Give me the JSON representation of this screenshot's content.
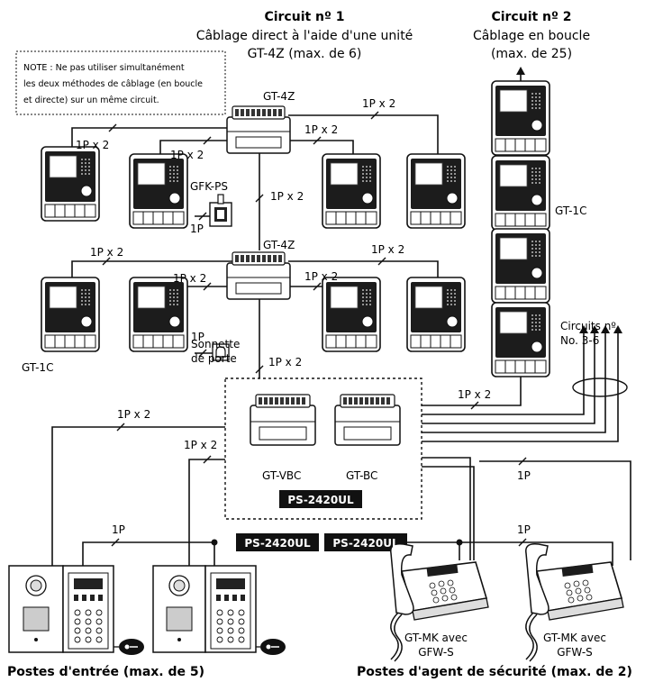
{
  "circuit1": {
    "title": "Circuit nº 1",
    "line1": "Câblage direct à l'aide d'une unité",
    "line2": "GT-4Z (max. de 6)"
  },
  "circuit2": {
    "title": "Circuit nº 2",
    "line1": "Câblage en boucle",
    "line2": "(max. de 25)"
  },
  "note": {
    "line1": "NOTE : Ne pas utiliser simultanément",
    "line2": "les deux méthodes de câblage (en boucle",
    "line3": "et directe) sur un même circuit."
  },
  "devices": {
    "gt4z": "GT-4Z",
    "gfkps": "GFK-PS",
    "gt1c": "GT-1C",
    "gtvbc": "GT-VBC",
    "gtbc": "GT-BC",
    "ps": "PS-2420UL",
    "gtmk_line1": "GT-MK avec",
    "gtmk_line2": "GFW-S",
    "doorbell_line1": "Sonnette",
    "doorbell_line2": "de porte"
  },
  "wires": {
    "p2": "1P x 2",
    "p1": "1P"
  },
  "circuits_other": {
    "line1": "Circuits nº",
    "line2": "No. 3-6"
  },
  "footer": {
    "entrance": "Postes d'entrée (max. de 5)",
    "security": "Postes d'agent de sécurité (max. de 2)"
  },
  "colors": {
    "line": "#111111",
    "ps_bg": "#111111",
    "device_face": "#2a2a2a"
  }
}
